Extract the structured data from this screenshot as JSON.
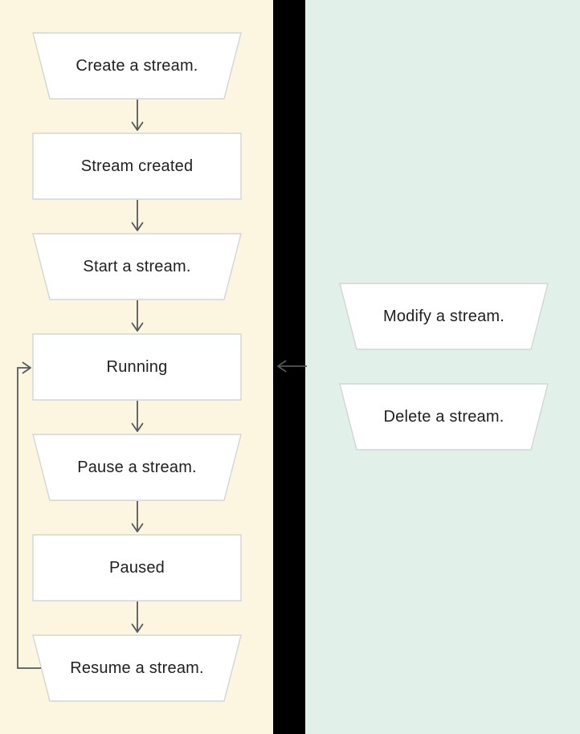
{
  "diagram": {
    "type": "flowchart",
    "flow": {
      "left_nodes": [
        {
          "label": "Create a stream.",
          "shape": "trapezoid"
        },
        {
          "label": "Stream created",
          "shape": "rectangle"
        },
        {
          "label": "Start a stream.",
          "shape": "trapezoid"
        },
        {
          "label": "Running",
          "shape": "rectangle"
        },
        {
          "label": "Pause a stream.",
          "shape": "trapezoid"
        },
        {
          "label": "Paused",
          "shape": "rectangle"
        },
        {
          "label": "Resume a stream.",
          "shape": "trapezoid"
        }
      ],
      "right_nodes": [
        {
          "label": "Modify a stream.",
          "shape": "trapezoid"
        },
        {
          "label": "Delete a stream.",
          "shape": "trapezoid"
        }
      ],
      "edges": [
        {
          "from": "Create a stream.",
          "to": "Stream created"
        },
        {
          "from": "Stream created",
          "to": "Start a stream."
        },
        {
          "from": "Start a stream.",
          "to": "Running"
        },
        {
          "from": "Running",
          "to": "Pause a stream."
        },
        {
          "from": "Pause a stream.",
          "to": "Paused"
        },
        {
          "from": "Paused",
          "to": "Resume a stream."
        },
        {
          "from": "Resume a stream.",
          "to": "Running",
          "style": "loop-back-left"
        },
        {
          "from": "right-panel",
          "to": "Running",
          "style": "horizontal-left"
        }
      ]
    },
    "colors": {
      "left_panel_bg": "#FCF6E0",
      "right_panel_bg": "#E1F0E8",
      "divider_bg": "#000000",
      "shape_fill": "#FFFFFF",
      "shape_border": "#D2D5D7",
      "arrow": "#55585C",
      "text": "#202124"
    }
  }
}
